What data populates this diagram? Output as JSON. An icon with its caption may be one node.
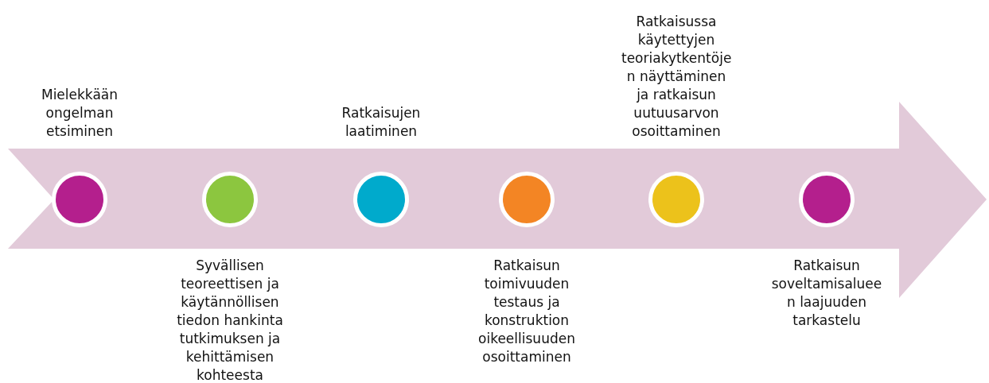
{
  "diagram": {
    "nodes": [
      {
        "text": [],
        "shape": "circle",
        "beside": [
          "Mielekkään ongelman etsiminen"
        ]
      },
      {
        "text": [],
        "shape": "circle",
        "beside": [
          "Syvällisen teoreettisen ja käytännöllisen tiedon hankinta tutkimuksen ja kehittämisen kohteesta"
        ]
      },
      {
        "text": [],
        "shape": "circle",
        "beside": [
          "Ratkaisujen laatiminen"
        ]
      },
      {
        "text": [],
        "shape": "circle",
        "beside": [
          "Ratkaisun toimivuuden testaus ja konstruktion oikeellisuuden osoittaminen"
        ]
      },
      {
        "text": [],
        "shape": "circle",
        "beside": [
          "Ratkaisussa käytettyjen teoriakytkentöje n näyttäminen ja ratkaisun uutuusarvon osoittaminen"
        ]
      },
      {
        "text": [],
        "shape": "circle",
        "beside": [
          "Ratkaisun soveltamisaluee n laajuuden tarkastelu"
        ]
      }
    ]
  }
}
